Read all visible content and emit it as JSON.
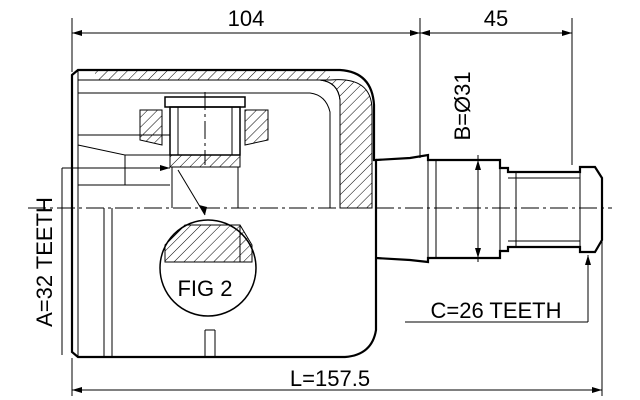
{
  "dimensions": {
    "housing_length": "104",
    "shaft_length": "45",
    "shaft_diameter": "B=Ø31",
    "inner_teeth": "A=32 TEETH",
    "outer_teeth": "C=26 TEETH",
    "total_length": "L=157.5"
  },
  "callouts": {
    "fig2": "FIG 2"
  }
}
